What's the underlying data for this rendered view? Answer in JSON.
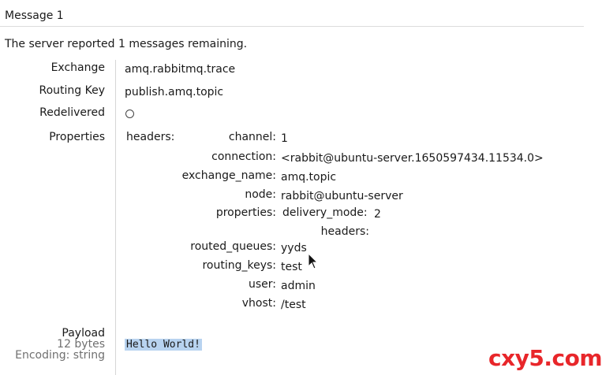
{
  "message": {
    "title": "Message 1",
    "summary": "The server reported 1 messages remaining."
  },
  "fields": {
    "exchange_label": "Exchange",
    "exchange_value": "amq.rabbitmq.trace",
    "routing_key_label": "Routing Key",
    "routing_key_value": "publish.amq.topic",
    "redelivered_label": "Redelivered",
    "properties_label": "Properties"
  },
  "properties": {
    "headers_key": "headers:",
    "channel_key": "channel:",
    "channel_value": "1",
    "connection_key": "connection:",
    "connection_value": "<rabbit@ubuntu-server.1650597434.11534.0>",
    "exchange_name_key": "exchange_name:",
    "exchange_name_value": "amq.topic",
    "node_key": "node:",
    "node_value": "rabbit@ubuntu-server",
    "properties_key": "properties:",
    "delivery_mode_key": "delivery_mode:",
    "delivery_mode_value": "2",
    "inner_headers_key": "headers:",
    "routed_queues_key": "routed_queues:",
    "routed_queues_value": "yyds",
    "routing_keys_key": "routing_keys:",
    "routing_keys_value": "test",
    "user_key": "user:",
    "user_value": "admin",
    "vhost_key": "vhost:",
    "vhost_value": "/test"
  },
  "payload": {
    "label": "Payload",
    "size": "12 bytes",
    "encoding": "Encoding: string",
    "content": "Hello World!"
  },
  "watermark": "cxy5.com",
  "colors": {
    "payload_highlight": "#b8d3f0",
    "watermark": "#e8262a"
  }
}
